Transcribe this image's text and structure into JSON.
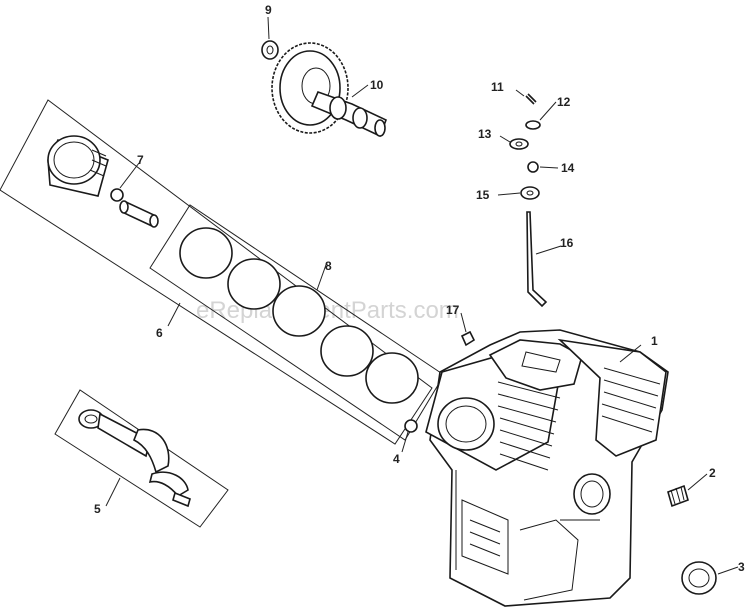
{
  "watermark": "eReplacementParts.com",
  "callouts": {
    "p1": "1",
    "p2": "2",
    "p3": "3",
    "p4": "4",
    "p5": "5",
    "p6": "6",
    "p7": "7",
    "p8": "8",
    "p9": "9",
    "p10": "10",
    "p11": "11",
    "p12": "12",
    "p13": "13",
    "p14": "14",
    "p15": "15",
    "p16": "16",
    "p17": "17"
  }
}
